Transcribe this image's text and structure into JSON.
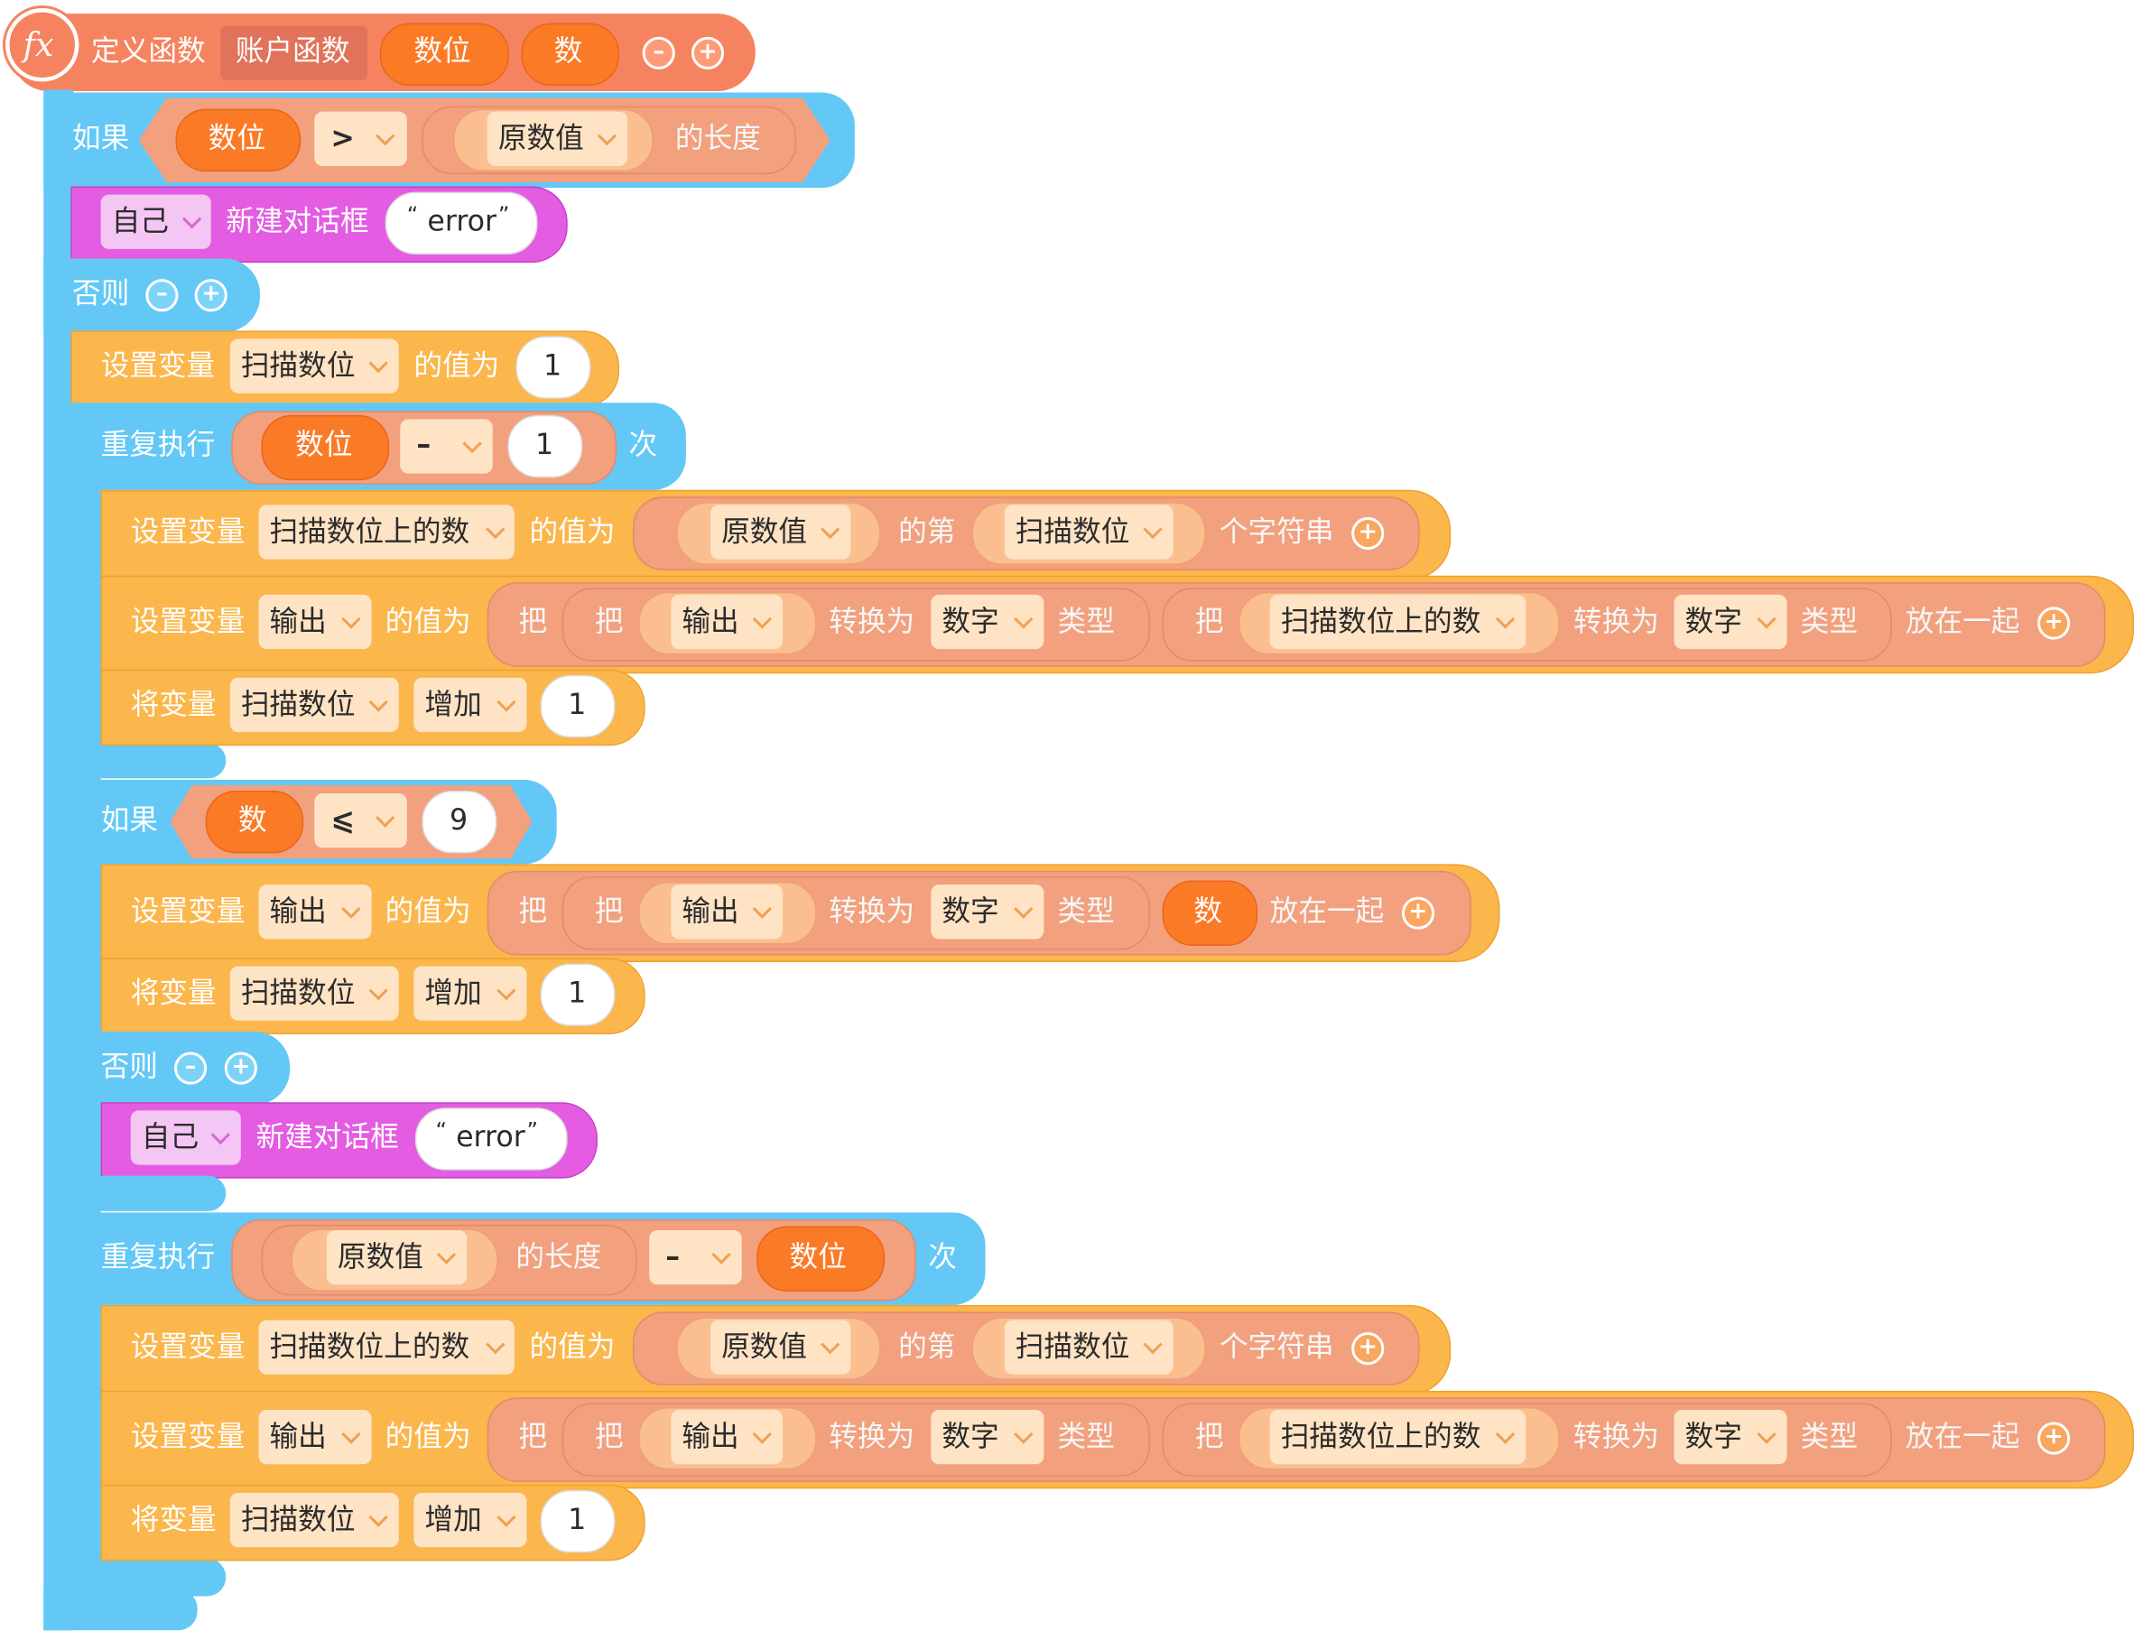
{
  "func": {
    "icon": "function-fx-icon",
    "icon_label": "fx",
    "define": "定义函数",
    "name": "账户函数",
    "param1": "数位",
    "param2": "数"
  },
  "kw": {
    "if": "如果",
    "else": "否则",
    "set_var": "设置变量",
    "value_is": "的值为",
    "repeat": "重复执行",
    "times": "次",
    "length_of": "的长度",
    "nth": "的第",
    "nth_char": "个字符串",
    "put": "把",
    "convert_to": "转换为",
    "type": "类型",
    "join": "放在一起",
    "change_var": "将变量",
    "increase": "增加",
    "new_dialog": "新建对话框",
    "self": "自己"
  },
  "vars": {
    "digits": "数位",
    "num": "数",
    "orig": "原数值",
    "scan": "扫描数位",
    "scan_num": "扫描数位上的数",
    "output": "输出",
    "number_type": "数字"
  },
  "ops": {
    "gt": ">",
    "minus": "–",
    "le": "⩽"
  },
  "literals": {
    "one": "1",
    "nine": "9",
    "error": "error",
    "qopen": "“",
    "qclose": "”"
  },
  "colors": {
    "control_blue": "#63c8f6",
    "variable_orange": "#fbb64c",
    "operator_salmon": "#f2a07e",
    "param_orange": "#fb7a26",
    "dialog_magenta": "#e35ce2",
    "func_header": "#f6835f"
  }
}
